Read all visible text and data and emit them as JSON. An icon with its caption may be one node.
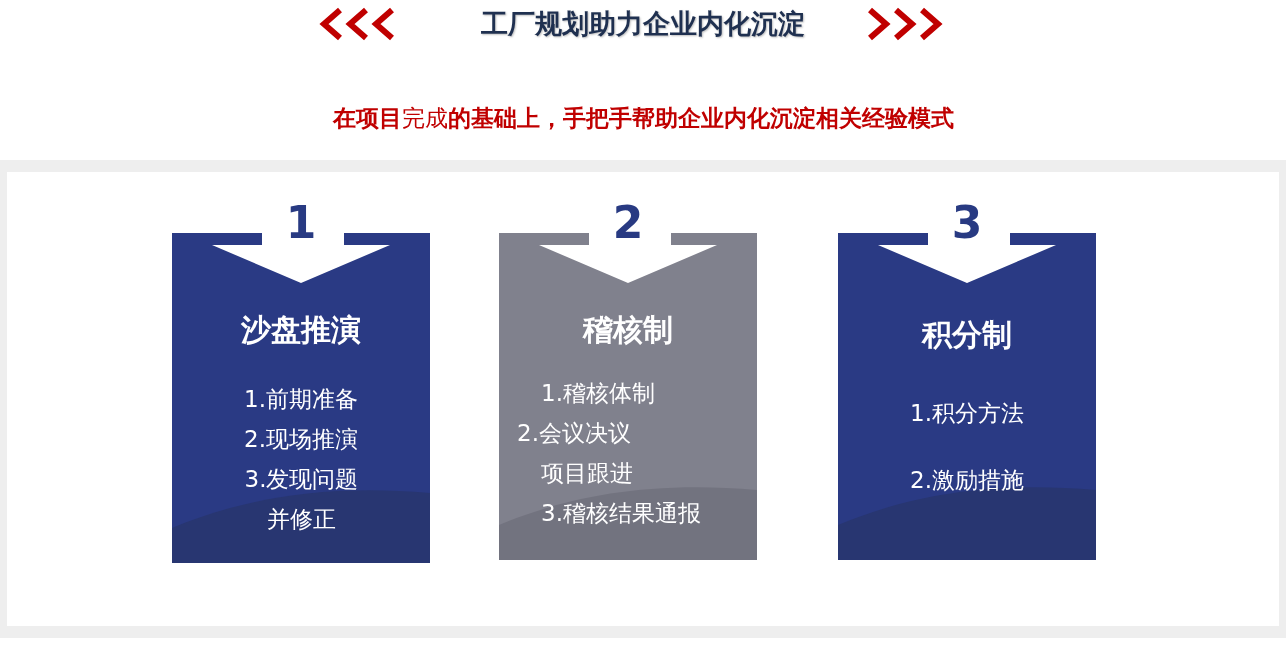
{
  "diagram": {
    "title": "工厂规划助力企业内化沉淀",
    "nodes": [
      {
        "text": [
          "1",
          "沙盘推演",
          "1.前期准备",
          "2.现场推演",
          "3.发现问题并修正"
        ]
      },
      {
        "text": [
          "2",
          "稽核制",
          "1.稽核体制",
          "2.会议决议项目跟进",
          "3.稽核结果通报"
        ]
      },
      {
        "text": [
          "3",
          "积分制",
          "1.积分方法",
          "2.激励措施"
        ]
      }
    ],
    "labels": [
      "**在项目**完成**的基础上，手把手帮助企业内化沉淀相关经验模式**"
    ]
  }
}
